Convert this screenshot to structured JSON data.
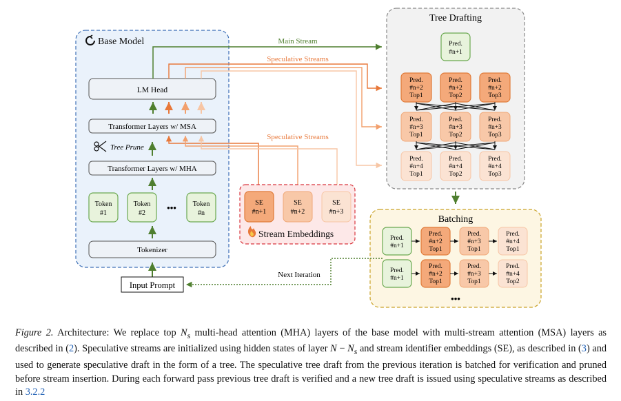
{
  "diagram": {
    "base_model": {
      "title": "Base Model",
      "lm_head": "LM Head",
      "msa_layers": "Transformer Layers w/ MSA",
      "tree_prune": "Tree Prune",
      "mha_layers": "Transformer Layers w/ MHA",
      "tokens": [
        {
          "line1": "Token",
          "line2": "#1"
        },
        {
          "line1": "Token",
          "line2": "#2"
        },
        {
          "line1": "Token",
          "line2": "#n"
        }
      ],
      "ellipsis": "•••",
      "tokenizer": "Tokenizer"
    },
    "input_prompt": "Input Prompt",
    "next_iteration": "Next Iteration",
    "main_stream": "Main Stream",
    "speculative_streams_top": "Speculative Streams",
    "speculative_streams_mid": "Speculative Streams",
    "stream_embeddings": {
      "title": "Stream Embeddings",
      "items": [
        {
          "line1": "SE",
          "line2": "#n+1"
        },
        {
          "line1": "SE",
          "line2": "#n+2"
        },
        {
          "line1": "SE",
          "line2": "#n+3"
        }
      ]
    },
    "tree_drafting": {
      "title": "Tree Drafting",
      "root": {
        "line1": "Pred.",
        "line2": "#n+1"
      },
      "rows": [
        [
          {
            "line1": "Pred.",
            "line2": "#n+2",
            "line3": "Top1"
          },
          {
            "line1": "Pred.",
            "line2": "#n+2",
            "line3": "Top2"
          },
          {
            "line1": "Pred.",
            "line2": "#n+2",
            "line3": "Top3"
          }
        ],
        [
          {
            "line1": "Pred.",
            "line2": "#n+3",
            "line3": "Top1"
          },
          {
            "line1": "Pred.",
            "line2": "#n+3",
            "line3": "Top2"
          },
          {
            "line1": "Pred.",
            "line2": "#n+3",
            "line3": "Top3"
          }
        ],
        [
          {
            "line1": "Pred.",
            "line2": "#n+4",
            "line3": "Top1"
          },
          {
            "line1": "Pred.",
            "line2": "#n+4",
            "line3": "Top2"
          },
          {
            "line1": "Pred.",
            "line2": "#n+4",
            "line3": "Top3"
          }
        ]
      ]
    },
    "batching": {
      "title": "Batching",
      "rows": [
        [
          {
            "line1": "Pred.",
            "line2": "#n+1",
            "line3": ""
          },
          {
            "line1": "Pred.",
            "line2": "#n+2",
            "line3": "Top1"
          },
          {
            "line1": "Pred.",
            "line2": "#n+3",
            "line3": "Top1"
          },
          {
            "line1": "Pred.",
            "line2": "#n+4",
            "line3": "Top1"
          }
        ],
        [
          {
            "line1": "Pred.",
            "line2": "#n+1",
            "line3": ""
          },
          {
            "line1": "Pred.",
            "line2": "#n+2",
            "line3": "Top1"
          },
          {
            "line1": "Pred.",
            "line2": "#n+3",
            "line3": "Top1"
          },
          {
            "line1": "Pred.",
            "line2": "#n+4",
            "line3": "Top2"
          }
        ]
      ],
      "ellipsis": "•••"
    },
    "colors": {
      "base_model_fill": "#eaf2fb",
      "base_model_border": "#3d6fb6",
      "green_fill": "#e8f3dc",
      "green_border": "#6aa84f",
      "green_arrow": "#4f7f2f",
      "orange_dark": "#f4a97a",
      "orange_mid": "#f8c8a8",
      "orange_light": "#fbe3d3",
      "orange_border": "#e07b39",
      "se_region_fill": "#fde8e8",
      "se_region_border": "#d9363e",
      "tree_fill": "#f2f2f2",
      "batching_fill": "#fdf6e3",
      "batching_border": "#c9a227"
    }
  },
  "caption": {
    "label": "Figure 2.",
    "p1": " Architecture: We replace top ",
    "ns1": "N",
    "ns1_sub": "s",
    "p2": " multi-head attention (MHA) layers of the base model with multi-stream attention (MSA) layers as described in (",
    "ref1": "2",
    "p3": "). Speculative streams are initialized using hidden states of layer ",
    "n": "N",
    "minus": " − ",
    "ns2": "N",
    "ns2_sub": "s",
    "p4": " and stream identifier embeddings (SE), as described in (",
    "ref2": "3",
    "p5": ") and used to generate speculative draft in the form of a tree. The speculative tree draft from the previous iteration is batched for verification and pruned before stream insertion. During each forward pass previous tree draft is verified and a new tree draft is issued using speculative streams as described in ",
    "ref3": "3.2.2"
  }
}
